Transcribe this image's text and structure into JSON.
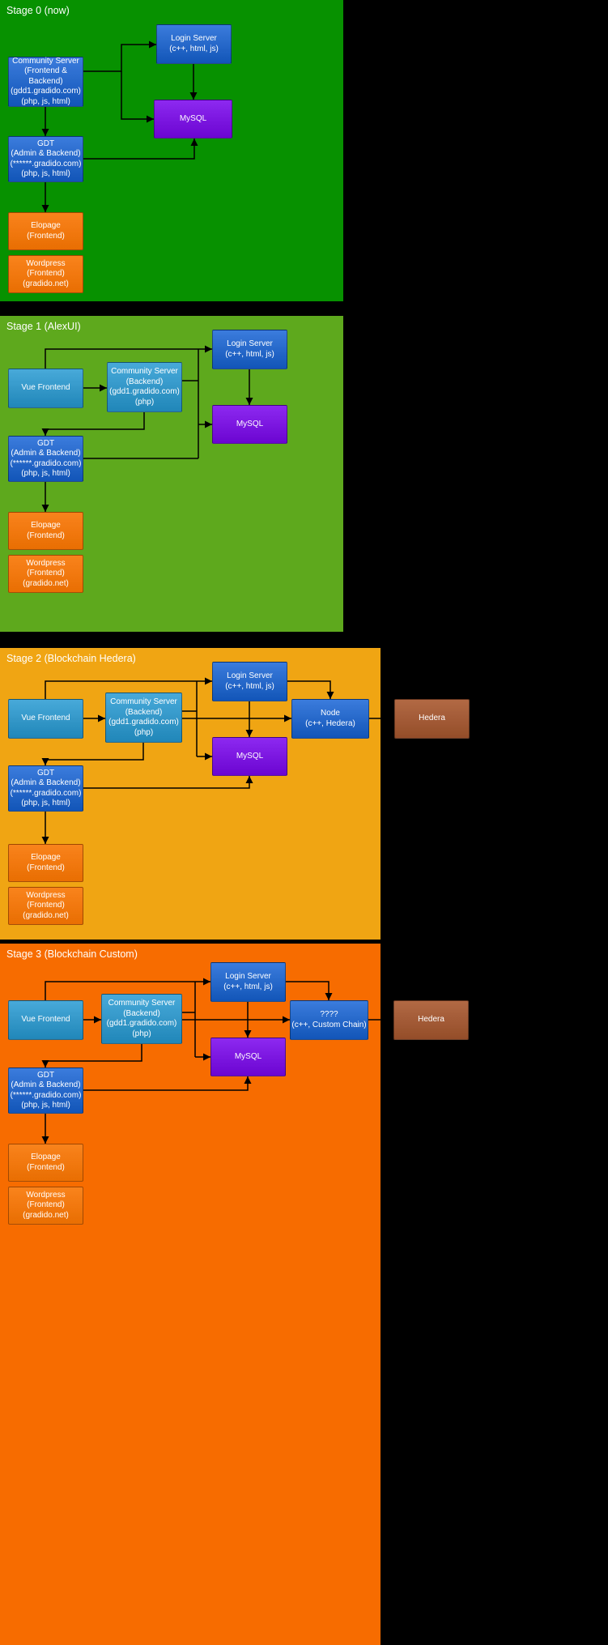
{
  "diagram": {
    "stages": [
      {
        "title": "Stage 0 (now)",
        "nodes": {
          "login": "Login Server\n(c++, html, js)",
          "community": "Community Server\n(Frontend & Backend)\n(gdd1.gradido.com)\n(php, js, html)",
          "mysql": "MySQL",
          "gdt": "GDT\n(Admin & Backend)\n(******.gradido.com)\n(php, js, html)",
          "elopage": "Elopage\n(Frontend)",
          "wordpress": "Wordpress\n(Frontend)\n(gradido.net)"
        }
      },
      {
        "title": "Stage 1 (AlexUI)",
        "nodes": {
          "vue": "Vue Frontend",
          "community": "Community Server\n(Backend)\n(gdd1.gradido.com)\n(php)",
          "login": "Login Server\n(c++, html, js)",
          "mysql": "MySQL",
          "gdt": "GDT\n(Admin & Backend)\n(******.gradido.com)\n(php, js, html)",
          "elopage": "Elopage\n(Frontend)",
          "wordpress": "Wordpress\n(Frontend)\n(gradido.net)"
        }
      },
      {
        "title": "Stage 2 (Blockchain Hedera)",
        "nodes": {
          "vue": "Vue Frontend",
          "community": "Community Server\n(Backend)\n(gdd1.gradido.com)\n(php)",
          "login": "Login Server\n(c++, html, js)",
          "node": "Node\n(c++, Hedera)",
          "mysql": "MySQL",
          "gdt": "GDT\n(Admin & Backend)\n(******.gradido.com)\n(php, js, html)",
          "elopage": "Elopage\n(Frontend)",
          "wordpress": "Wordpress\n(Frontend)\n(gradido.net)",
          "hedera": "Hedera"
        }
      },
      {
        "title": "Stage 3 (Blockchain Custom)",
        "nodes": {
          "vue": "Vue Frontend",
          "community": "Community Server\n(Backend)\n(gdd1.gradido.com)\n(php)",
          "login": "Login Server\n(c++, html, js)",
          "custom": "????\n(c++, Custom Chain)",
          "mysql": "MySQL",
          "gdt": "GDT\n(Admin & Backend)\n(******.gradido.com)\n(php, js, html)",
          "elopage": "Elopage\n(Frontend)",
          "wordpress": "Wordpress\n(Frontend)\n(gradido.net)",
          "hedera": "Hedera"
        }
      }
    ],
    "colors": {
      "stage0_bg": "#079100",
      "stage1_bg": "#5ea91d",
      "stage2_bg": "#f0a513",
      "stage3_bg": "#f76c00",
      "node_blue": "#1563d6",
      "node_lightblue": "#2599d2",
      "node_purple": "#7a06ee",
      "node_orange": "#f87502",
      "node_brown": "#a9582f",
      "arrow": "#000000",
      "text": "#ffffff"
    }
  }
}
